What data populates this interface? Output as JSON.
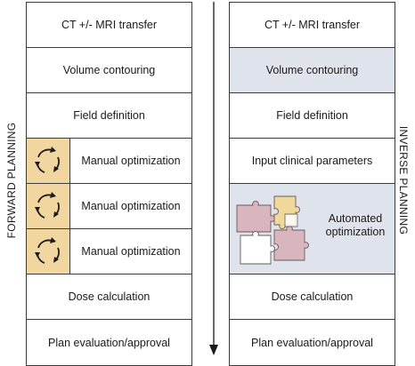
{
  "forward": {
    "side_label": "FORWARD PLANNING",
    "steps": [
      "CT +/- MRI transfer",
      "Volume contouring",
      "Field definition",
      "Manual optimization",
      "Manual optimization",
      "Manual optimization",
      "Dose calculation",
      "Plan evaluation/approval"
    ]
  },
  "inverse": {
    "side_label": "INVERSE PLANNING",
    "steps": [
      "CT +/- MRI transfer",
      "Volume contouring",
      "Field definition",
      "Input clinical parameters",
      "Automated optimization",
      "Dose calculation",
      "Plan evaluation/approval"
    ]
  },
  "colors": {
    "loop_fill": "#f1d6a0",
    "shaded_fill": "#dfe3ec",
    "puzzle_pink": "#d9b6bd",
    "puzzle_yellow": "#f0d79a",
    "puzzle_white": "#ffffff"
  },
  "icons": {
    "loop": "cycle-arrows-icon",
    "puzzle": "puzzle-pieces-icon"
  }
}
